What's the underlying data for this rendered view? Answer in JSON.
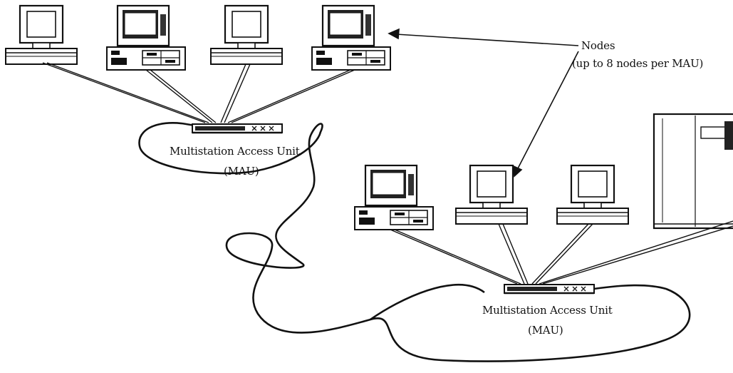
{
  "labels": {
    "nodes_title": "Nodes",
    "nodes_note": "(up to 8 nodes per MAU)",
    "mau1_name": "Multistation Access Unit",
    "mau1_abbr": "(MAU)",
    "mau2_name": "Multistation Access Unit",
    "mau2_abbr": "(MAU)"
  },
  "icons": {
    "terminal": "terminal-icon",
    "desktop_pc": "desktop-pc-icon",
    "mau": "mau-hub-icon",
    "server": "server-cabinet-icon"
  },
  "colors": {
    "ink": "#111111",
    "background": "#ffffff"
  }
}
